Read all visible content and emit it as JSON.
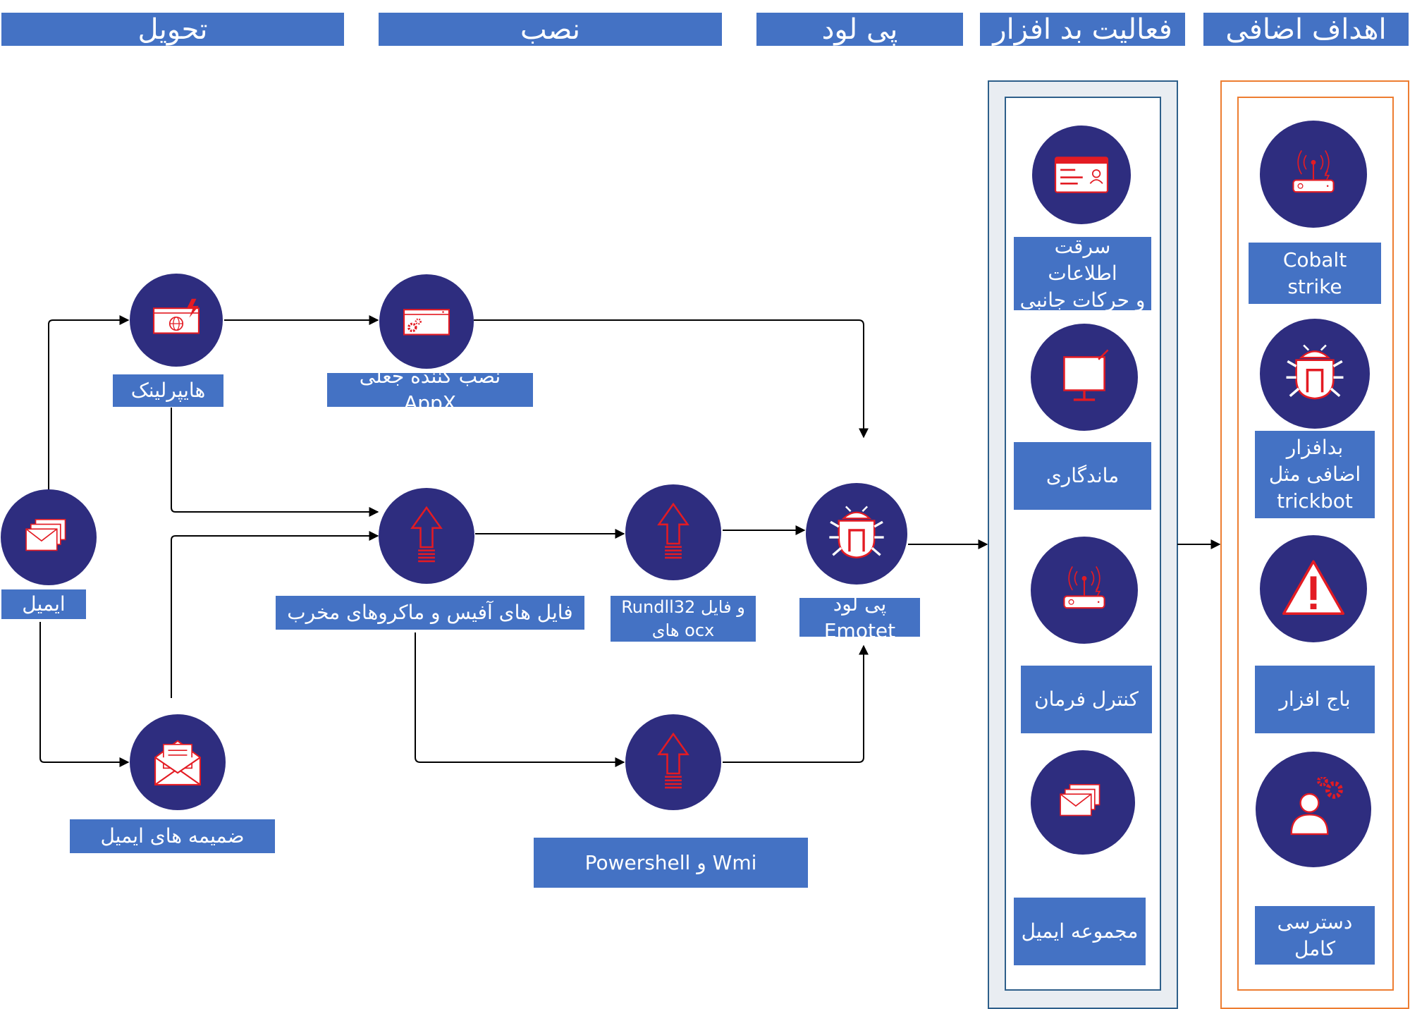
{
  "headers": {
    "delivery": "تحويل",
    "install": "نصب",
    "payload": "پی لود",
    "malware_activity": "فعالیت بد افزار",
    "extra_goals": "اهداف اضافی"
  },
  "labels": {
    "email": "ایمیل",
    "hyperlink": "هایپرلینک",
    "email_attachments": "ضمیمه های ایمیل",
    "fake_appx": "نصب کننده جعلی AppX",
    "office_macros": "فایل های آفیس و ماکروهای مخرب",
    "rundll32": "Rundll32 و فایل\nهای ocx",
    "powershell_wmi": "Powershell و Wmi",
    "emotet_payload": "پی لود Emotet",
    "info_theft": "سرقت اطلاعات\nو حرکات جانبی",
    "persistence": "ماندگاری",
    "command_control": "کنترل فرمان",
    "email_collection": "مجموعه ایمیل",
    "cobalt_strike": "Cobalt strike",
    "extra_malware": "بدافزار\nاضافی مثل\ntrickbot",
    "ransomware": "باج افزار",
    "full_access": "دسترسی کامل"
  },
  "colors": {
    "header_blue": "#4472c4",
    "node_navy": "#2e2d7f",
    "icon_red": "#e31b23",
    "panel_blue_border": "#2e5f8a",
    "panel_orange_border": "#ed7d31",
    "arrow": "#000000"
  },
  "icons": {
    "email": "envelopes-icon",
    "hyperlink": "browser-globe-icon",
    "email_attachments": "open-envelope-icon",
    "fake_appx": "browser-gear-icon",
    "office_macros": "upload-arrow-icon",
    "rundll32": "upload-arrow-icon",
    "powershell_wmi": "upload-arrow-icon",
    "emotet": "bug-icon",
    "info_theft": "id-card-icon",
    "persistence": "monitor-icon",
    "command_control": "router-icon",
    "email_collection": "envelopes-icon",
    "cobalt_strike": "router-icon",
    "extra_malware": "bug-icon",
    "ransomware": "warning-icon",
    "full_access": "user-gear-icon"
  }
}
